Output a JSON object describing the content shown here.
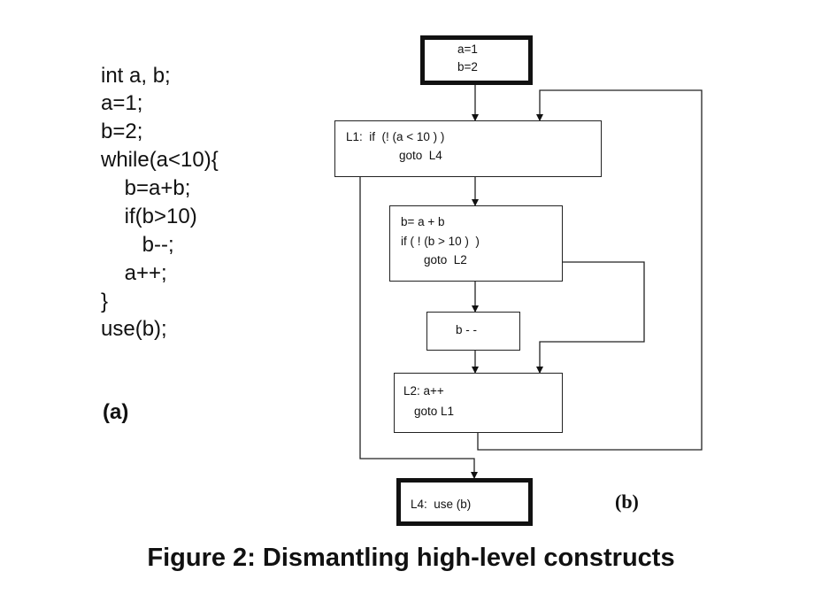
{
  "code_panel": {
    "lines": [
      "int a, b;",
      "a=1;",
      "b=2;",
      "while(a<10){",
      "    b=a+b;",
      "    if(b>10)",
      "       b--;",
      "    a++;",
      "}",
      "use(b);"
    ],
    "label": "(a)"
  },
  "flow_graph": {
    "label": "(b)",
    "nodes": {
      "entry": [
        "a=1",
        "b=2"
      ],
      "loop_test": [
        "L1:  if  (! (a < 10 ) )",
        "goto  L4"
      ],
      "body": [
        "b= a + b",
        "if ( ! (b > 10 )  )",
        "goto  L2"
      ],
      "decrement": [
        "b - -"
      ],
      "increment": [
        "L2: a++",
        "goto L1"
      ],
      "exit": [
        "L4:  use (b)"
      ]
    }
  },
  "caption": "Figure 2: Dismantling high-level constructs"
}
